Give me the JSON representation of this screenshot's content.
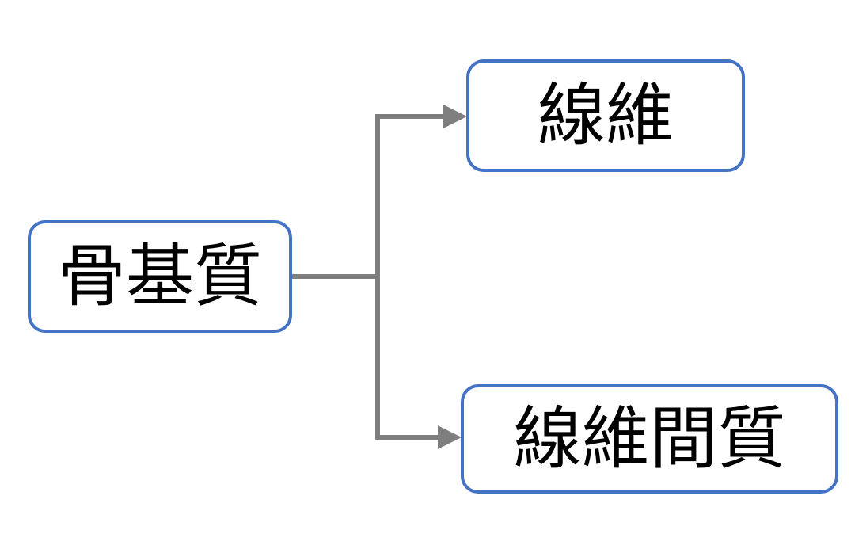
{
  "diagram": {
    "root": {
      "label": "骨基質"
    },
    "children": [
      {
        "label": "線維"
      },
      {
        "label": "線維間質"
      }
    ]
  },
  "colors": {
    "node_border": "#4472c4",
    "connector": "#7f7f7f",
    "text": "#000000"
  }
}
